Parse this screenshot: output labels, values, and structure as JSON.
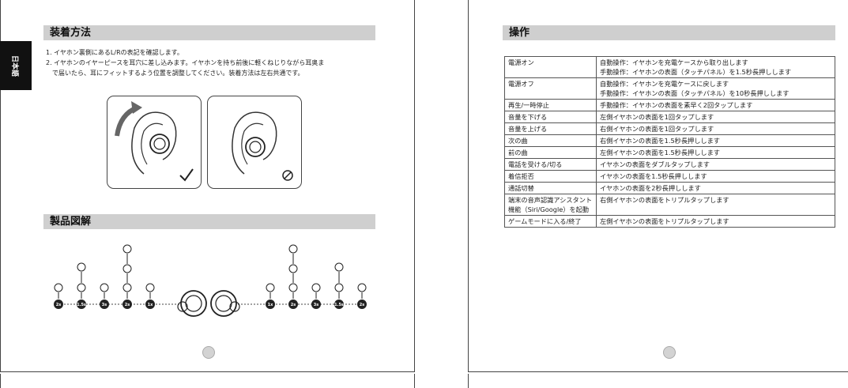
{
  "side_tab": "日本語",
  "wearing": {
    "title": "装着方法",
    "lines": [
      "1. イヤホン裏側にあるL/Rの表記を確認します。",
      "2. イヤホンのイヤーピースを耳穴に差し込みます。イヤホンを持ち前後に軽くねじりながら耳奥ま",
      "　で届いたら、耳にフィットするよう位置を調整してください。装着方法は左右共通です。"
    ]
  },
  "diagram": {
    "title": "製品図解",
    "left_badges": [
      "2s",
      "1.5s",
      "3s",
      "2s",
      "1x"
    ],
    "right_badges": [
      "1x",
      "2s",
      "3s",
      "1.5s",
      "2s"
    ]
  },
  "operation": {
    "title": "操作",
    "rows": [
      {
        "key": "電源オン",
        "vals": [
          "自動操作：イヤホンを充電ケースから取り出します",
          "手動操作：イヤホンの表面（タッチパネル）を1.5秒長押しします"
        ]
      },
      {
        "key": "電源オフ",
        "vals": [
          "自動操作：イヤホンを充電ケースに戻します",
          "手動操作：イヤホンの表面（タッチパネル）を10秒長押しします"
        ]
      },
      {
        "key": "再生/一時停止",
        "vals": [
          "手動操作：イヤホンの表面を素早く2回タップします"
        ]
      },
      {
        "key": "音量を下げる",
        "vals": [
          "左側イヤホンの表面を1回タップします"
        ]
      },
      {
        "key": "音量を上げる",
        "vals": [
          "右側イヤホンの表面を1回タップします"
        ]
      },
      {
        "key": "次の曲",
        "vals": [
          "右側イヤホンの表面を1.5秒長押しします"
        ]
      },
      {
        "key": "前の曲",
        "vals": [
          "左側イヤホンの表面を1.5秒長押しします"
        ]
      },
      {
        "key": "電話を受ける/切る",
        "vals": [
          "イヤホンの表面をダブルタップします"
        ]
      },
      {
        "key": "着信拒否",
        "vals": [
          "イヤホンの表面を1.5秒長押しします"
        ]
      },
      {
        "key": "通話切替",
        "vals": [
          "イヤホンの表面を2秒長押しします"
        ]
      },
      {
        "key": "端末の音声認識アシスタント機能（Siri/Google）を起動",
        "vals": [
          "右側イヤホンの表面をトリプルタップします"
        ]
      },
      {
        "key": "ゲームモードに入る/終了",
        "vals": [
          "左側イヤホンの表面をトリプルタップします"
        ]
      }
    ]
  }
}
